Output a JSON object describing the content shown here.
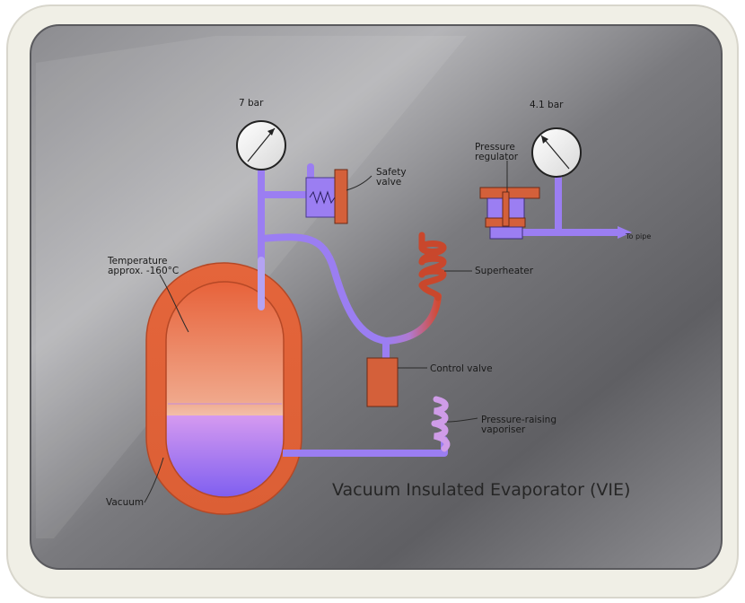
{
  "title": "Vacuum Insulated Evaporator (VIE)",
  "gauges": {
    "left": {
      "label": "7 bar"
    },
    "right": {
      "label": "4.1 bar"
    }
  },
  "labels": {
    "safety_valve": [
      "Safety",
      "valve"
    ],
    "pressure_regulator": [
      "Pressure",
      "regulator"
    ],
    "to_pipe": "To pipe",
    "superheater": "Superheater",
    "temperature": [
      "Temperature",
      "approx. -160°C"
    ],
    "control_valve": "Control valve",
    "pressure_raising_vaporiser": [
      "Pressure-raising",
      "vaporiser"
    ],
    "vacuum": "Vacuum"
  },
  "colors": {
    "frame": "#f1f0e8",
    "panel_dark": "#6e6e71",
    "panel_light": "#b9b9bc",
    "vessel_outer": "#df6a3f",
    "liquid": "#b583ec",
    "pipe": "#9b7ef2",
    "valve": "#d4603a"
  }
}
